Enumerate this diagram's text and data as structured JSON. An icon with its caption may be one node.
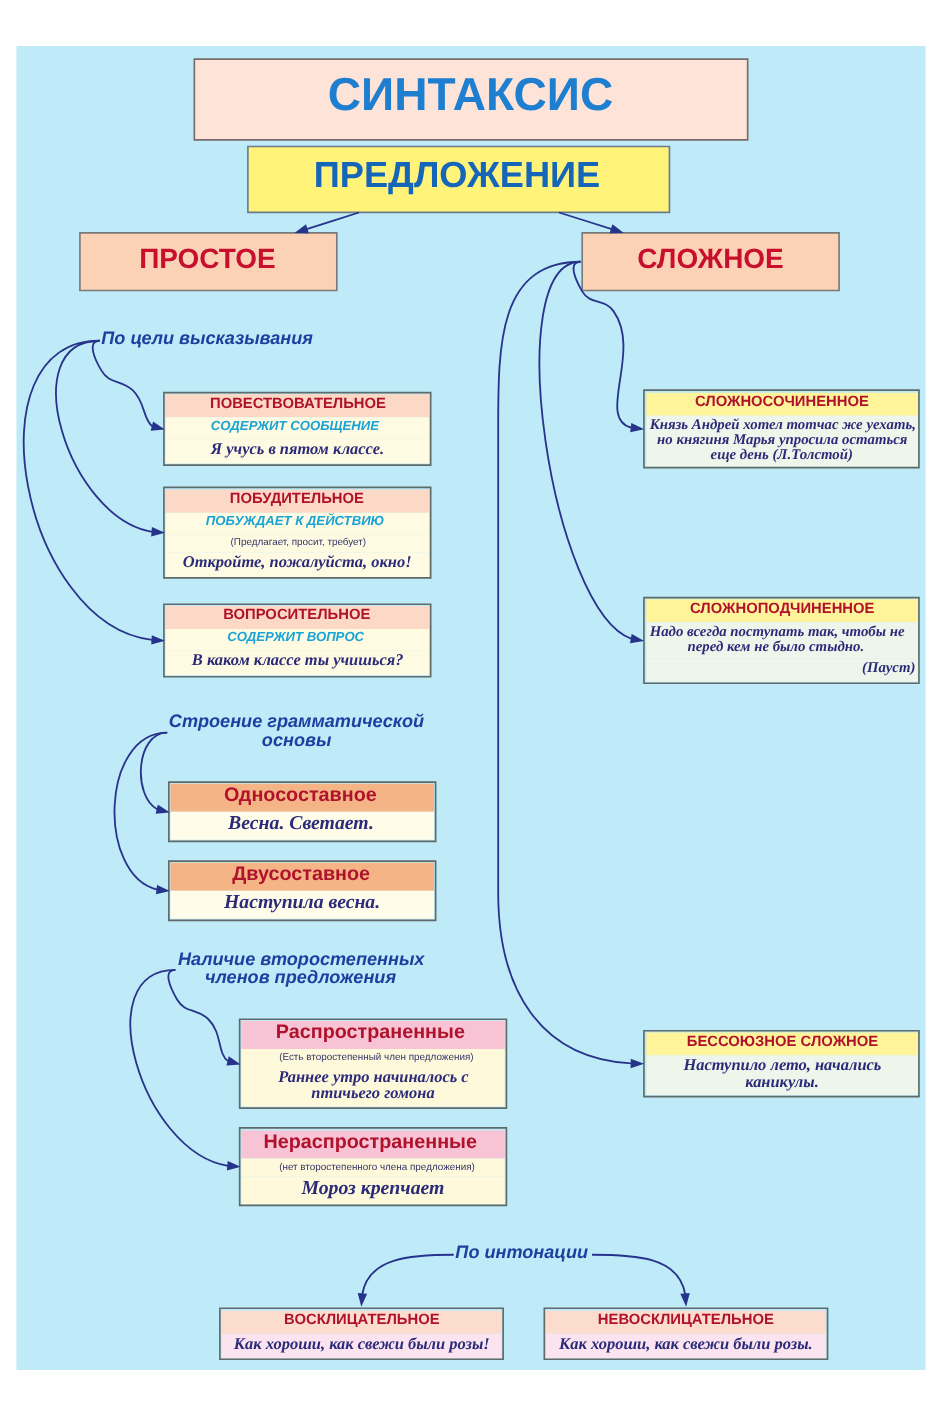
{
  "diagram": {
    "title": "СИНТАКСИС",
    "nodes": [
      {
        "text": [
          "ПРЕДЛОЖЕНИЕ"
        ]
      },
      {
        "text": [
          "ПРОСТОЕ"
        ]
      },
      {
        "text": [
          "СЛОЖНОЕ"
        ]
      },
      {
        "text": [
          "По цели высказывания"
        ]
      },
      {
        "text": [
          "ПОВЕСТВОВАТЕЛЬНОЕ",
          "СОДЕРЖИТ СООБЩЕНИЕ",
          "Я учусь в пятом классе."
        ]
      },
      {
        "text": [
          "ПОБУДИТЕЛЬНОЕ",
          "ПОБУЖДАЕТ К ДЕЙСТВИЮ",
          "(Предлагает, просит, требует)",
          "Откройте, пожалуйста, окно!"
        ]
      },
      {
        "text": [
          "ВОПРОСИТЕЛЬНОЕ",
          "СОДЕРЖИТ ВОПРОС",
          "В каком классе ты учишься?"
        ]
      },
      {
        "text": [
          "Строение грамматической основы"
        ]
      },
      {
        "text": [
          "Односоставное",
          "Весна. Светает."
        ]
      },
      {
        "text": [
          "Двусоставное",
          "Наступила весна."
        ]
      },
      {
        "text": [
          "Наличие второстепенных членов предложения"
        ]
      },
      {
        "text": [
          "Распространенные",
          "(Есть второстепенный член предложения)",
          "Раннее утро начиналось с птичьего гомона"
        ]
      },
      {
        "text": [
          "Нераспространенные",
          "(нет второстепенного члена предложения)",
          "Мороз крепчает"
        ]
      },
      {
        "text": [
          "СЛОЖНОСОЧИНЕННОЕ",
          "Князь Андрей хотел тотчас же уехать, но княгиня Марья упросила остаться еще день (Л.Толстой)"
        ]
      },
      {
        "text": [
          "СЛОЖНОПОДЧИНЕННОЕ",
          "Надо всегда поступать так, чтобы не перед кем не было стыдно.",
          "(Пауст)"
        ]
      },
      {
        "text": [
          "БЕССОЮЗНОЕ СЛОЖНОЕ",
          "Наступило лето, начались каникулы."
        ]
      },
      {
        "text": [
          "По интонации"
        ]
      },
      {
        "text": [
          "ВОСКЛИЦАТЕЛЬНОЕ",
          "Как хороши, как свежи были розы!"
        ]
      },
      {
        "text": [
          "НЕВОСКЛИЦАТЕЛЬНОЕ",
          "Как хороши, как свежи были розы."
        ]
      }
    ],
    "edges": [
      {
        "from": 0,
        "to": 1,
        "arrow": "to"
      },
      {
        "from": 0,
        "to": 2,
        "arrow": "to"
      },
      {
        "from": 3,
        "to": 4,
        "arrow": "to"
      },
      {
        "from": 3,
        "to": 5,
        "arrow": "to"
      },
      {
        "from": 3,
        "to": 6,
        "arrow": "to"
      },
      {
        "from": 7,
        "to": 8,
        "arrow": "to"
      },
      {
        "from": 7,
        "to": 9,
        "arrow": "to"
      },
      {
        "from": 10,
        "to": 11,
        "arrow": "to"
      },
      {
        "from": 10,
        "to": 12,
        "arrow": "to"
      },
      {
        "from": 2,
        "to": 13,
        "arrow": "to"
      },
      {
        "from": 2,
        "to": 14,
        "arrow": "to"
      },
      {
        "from": 2,
        "to": 15,
        "arrow": "to"
      },
      {
        "from": 16,
        "to": 17,
        "arrow": "to"
      },
      {
        "from": 16,
        "to": 18,
        "arrow": "to"
      }
    ]
  }
}
